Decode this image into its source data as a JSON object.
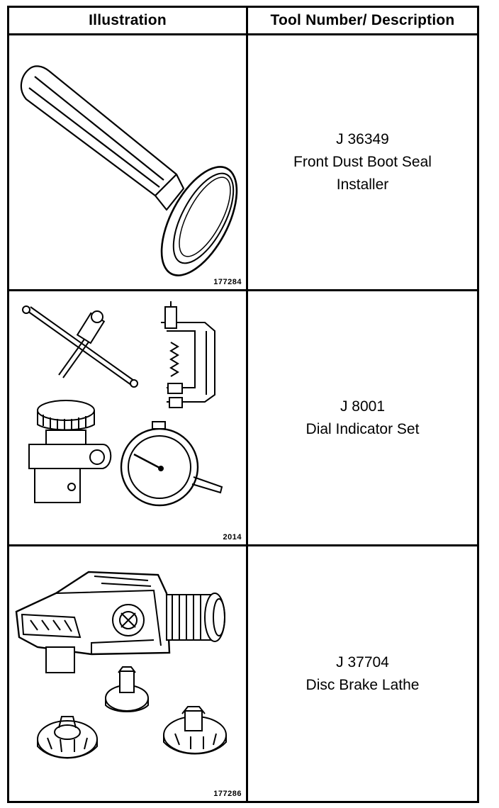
{
  "table": {
    "headers": {
      "illustration": "Illustration",
      "description": "Tool Number/ Description"
    },
    "rows": [
      {
        "figure_number": "177284",
        "tool_number": "J 36349",
        "description_lines": [
          "Front Dust Boot Seal",
          "Installer"
        ],
        "illustration_icon": "seal-installer-tool-icon"
      },
      {
        "figure_number": "2014",
        "tool_number": "J 8001",
        "description_lines": [
          "Dial Indicator Set"
        ],
        "illustration_icon": "dial-indicator-set-icon"
      },
      {
        "figure_number": "177286",
        "tool_number": "J 37704",
        "description_lines": [
          "Disc Brake Lathe"
        ],
        "illustration_icon": "disc-brake-lathe-icon"
      }
    ]
  }
}
